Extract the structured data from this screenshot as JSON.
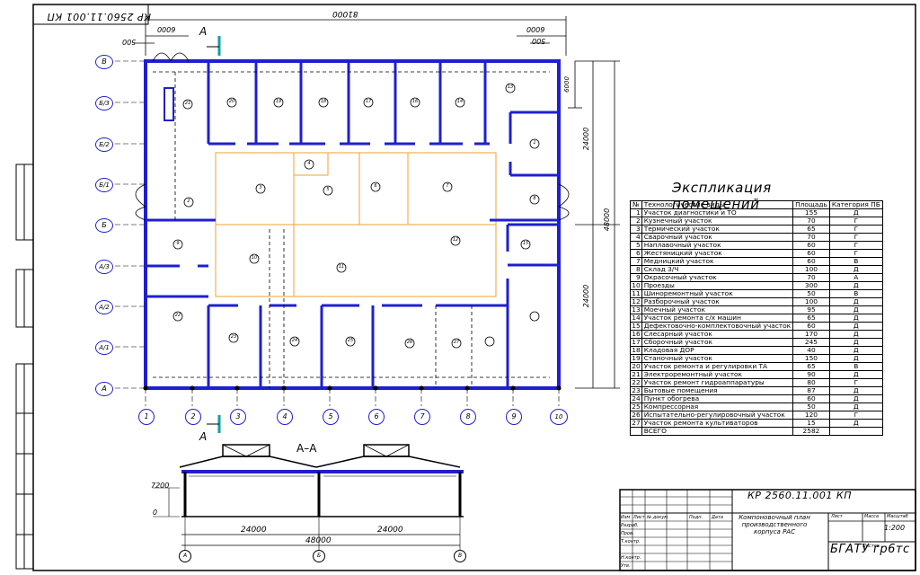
{
  "drawing": {
    "stamp_code": "КР 2560.11.001 КП",
    "section_title": "А–А",
    "cut_mark": "А",
    "row_axes": [
      "В",
      "Б/3",
      "Б/2",
      "Б/1",
      "Б",
      "А/3",
      "А/2",
      "А/1",
      "А"
    ],
    "column_axes": [
      "1",
      "2",
      "3",
      "4",
      "5",
      "6",
      "7",
      "8",
      "9",
      "10"
    ],
    "dimensions": {
      "overall": "81000",
      "top_left_1": "6000",
      "top_left_2": "500",
      "top_right_1": "6000",
      "top_right_2": "500",
      "right_upper": "24000",
      "right_lower": "24000",
      "right_total": "48000",
      "right_small": "6000",
      "section_height": "7200",
      "section_zero": "0",
      "section_span_1": "24000",
      "section_span_2": "24000",
      "section_total": "48000"
    },
    "room_numbers": [
      "21",
      "20",
      "19",
      "18",
      "17",
      "16",
      "14",
      "13",
      "1",
      "2",
      "3",
      "4",
      "5",
      "6",
      "7",
      "8",
      "9",
      "10",
      "11",
      "12",
      "15",
      "22",
      "23",
      "24",
      "25",
      "26",
      "27"
    ]
  },
  "explication": {
    "title": "Экспликация помещений",
    "headers": [
      "№",
      "Технологические виды",
      "Площадь",
      "Категория ПБ"
    ],
    "rows": [
      [
        "1",
        "Участок диагностики и ТО",
        "155",
        "Д"
      ],
      [
        "2",
        "Кузнечный участок",
        "70",
        "Г"
      ],
      [
        "3",
        "Термический участок",
        "65",
        "Г"
      ],
      [
        "4",
        "Сварочный участок",
        "70",
        "Г"
      ],
      [
        "5",
        "Наплавочный участок",
        "60",
        "Г"
      ],
      [
        "6",
        "Жестяницкий участок",
        "60",
        "Г"
      ],
      [
        "7",
        "Медницкий участок",
        "60",
        "В"
      ],
      [
        "8",
        "Склад З/Ч",
        "100",
        "Д"
      ],
      [
        "9",
        "Окрасочный участок",
        "70",
        "А"
      ],
      [
        "10",
        "Проезды",
        "300",
        "Д"
      ],
      [
        "11",
        "Шиноремонтный участок",
        "50",
        "В"
      ],
      [
        "12",
        "Разборочный участок",
        "100",
        "Д"
      ],
      [
        "13",
        "Моечный участок",
        "95",
        "Д"
      ],
      [
        "14",
        "Участок ремонта с/х машин",
        "65",
        "Д"
      ],
      [
        "15",
        "Дефектовочно-комплектовочный участок",
        "60",
        "Д"
      ],
      [
        "16",
        "Слесарный участок",
        "170",
        "Д"
      ],
      [
        "17",
        "Сборочный участок",
        "245",
        "Д"
      ],
      [
        "18",
        "Кладовая ДОР",
        "40",
        "Д"
      ],
      [
        "19",
        "Станочный участок",
        "150",
        "Д"
      ],
      [
        "20",
        "Участок ремонта и регулировки ТА",
        "65",
        "В"
      ],
      [
        "21",
        "Электроремонтный участок",
        "90",
        "Д"
      ],
      [
        "22",
        "Участок ремонт гидроаппаратуры",
        "80",
        "Г"
      ],
      [
        "23",
        "Бытовые помещения",
        "87",
        "Д"
      ],
      [
        "24",
        "Пункт обогрева",
        "60",
        "Д"
      ],
      [
        "25",
        "Компрессорная",
        "50",
        "Д"
      ],
      [
        "26",
        "Испытательно-регулировочный участок",
        "120",
        "Г"
      ],
      [
        "27",
        "Участок ремонта культиваторов",
        "15",
        "Д"
      ]
    ],
    "total_label": "ВСЕГО",
    "total_value": "2582"
  },
  "title_block": {
    "code": "КР 2560.11.001 КП",
    "name": "Компоновочный план производственного корпуса РАС",
    "org": "БГАТУ гр6тс",
    "scale": "1:200",
    "sheet": "Лист",
    "sheets": "Листов",
    "mass": "Масса",
    "scale_label": "Масштаб",
    "rows_left": [
      "Изм",
      "Лист",
      "№ докум.",
      "Подп.",
      "Дата"
    ],
    "roles": [
      "Разраб.",
      "Пров.",
      "Т.контр.",
      "Н.контр.",
      "Утв."
    ]
  },
  "colors": {
    "walls": "#1f1fd0",
    "layout_lines": "#f0a030",
    "ink": "#000000",
    "accent": "#10a0a0"
  }
}
